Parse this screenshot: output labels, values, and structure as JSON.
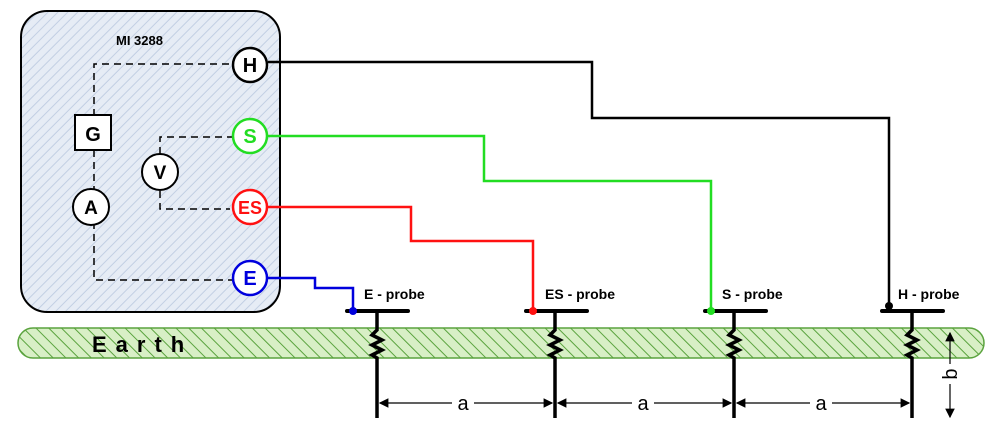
{
  "instrument": {
    "model": "MI 3288",
    "generator_label": "G",
    "ammeter_label": "A",
    "voltmeter_label": "V"
  },
  "terminals": [
    {
      "id": "H",
      "label": "H",
      "color": "#000000"
    },
    {
      "id": "S",
      "label": "S",
      "color": "#22dd22"
    },
    {
      "id": "ES",
      "label": "ES",
      "color": "#ff1111"
    },
    {
      "id": "E",
      "label": "E",
      "color": "#0000dd"
    }
  ],
  "probes": [
    {
      "id": "E",
      "label": "E - probe",
      "wire_color": "#0000dd"
    },
    {
      "id": "ES",
      "label": "ES - probe",
      "wire_color": "#ff1111"
    },
    {
      "id": "S",
      "label": "S - probe",
      "wire_color": "#22dd22"
    },
    {
      "id": "H",
      "label": "H - probe",
      "wire_color": "#000000"
    }
  ],
  "earth": {
    "label": "Earth",
    "fill_color": "#cfe8b8",
    "hatch_color": "#55a03a"
  },
  "spacing": {
    "label": "a"
  },
  "depth": {
    "label": "b"
  },
  "colors": {
    "panel_fill": "#e6ecf5",
    "panel_hatch": "#c2cfe3"
  }
}
